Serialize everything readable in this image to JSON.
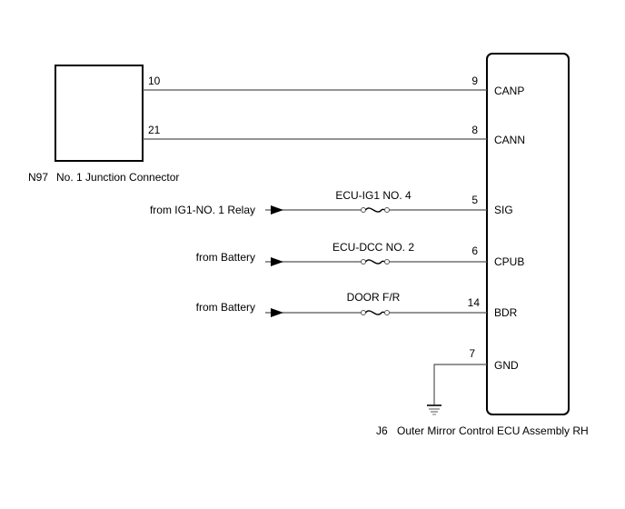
{
  "diagram_type": "wiring-diagram",
  "connectors": {
    "junction": {
      "code": "N97",
      "name": "No. 1 Junction Connector",
      "pins": [
        "10",
        "21"
      ]
    },
    "ecu": {
      "code": "J6",
      "name": "Outer Mirror Control ECU Assembly RH",
      "pins": [
        {
          "number": "9",
          "signal": "CANP"
        },
        {
          "number": "8",
          "signal": "CANN"
        },
        {
          "number": "5",
          "signal": "SIG"
        },
        {
          "number": "6",
          "signal": "CPUB"
        },
        {
          "number": "14",
          "signal": "BDR"
        },
        {
          "number": "7",
          "signal": "GND"
        }
      ]
    }
  },
  "circuits": [
    {
      "from": "N97 pin 10",
      "to": "J6 pin 9 CANP"
    },
    {
      "from": "N97 pin 21",
      "to": "J6 pin 8 CANN"
    },
    {
      "source": "from IG1-NO. 1 Relay",
      "fuse": "ECU-IG1 NO. 4",
      "to": "J6 pin 5 SIG"
    },
    {
      "source": "from Battery",
      "fuse": "ECU-DCC NO. 2",
      "to": "J6 pin 6 CPUB"
    },
    {
      "source": "from Battery",
      "fuse": "DOOR F/R",
      "to": "J6 pin 14 BDR"
    },
    {
      "from": "J6 pin 7 GND",
      "to": "ground"
    }
  ],
  "labels": {
    "junction_caption_code": "N97",
    "junction_caption_name": "No. 1 Junction Connector",
    "ecu_caption_code": "J6",
    "ecu_caption_name": "Outer Mirror Control ECU Assembly RH",
    "source_sig": "from IG1-NO. 1 Relay",
    "source_cpub": "from Battery",
    "source_bdr": "from Battery",
    "fuse_sig": "ECU-IG1 NO. 4",
    "fuse_cpub": "ECU-DCC NO. 2",
    "fuse_bdr": "DOOR F/R"
  }
}
